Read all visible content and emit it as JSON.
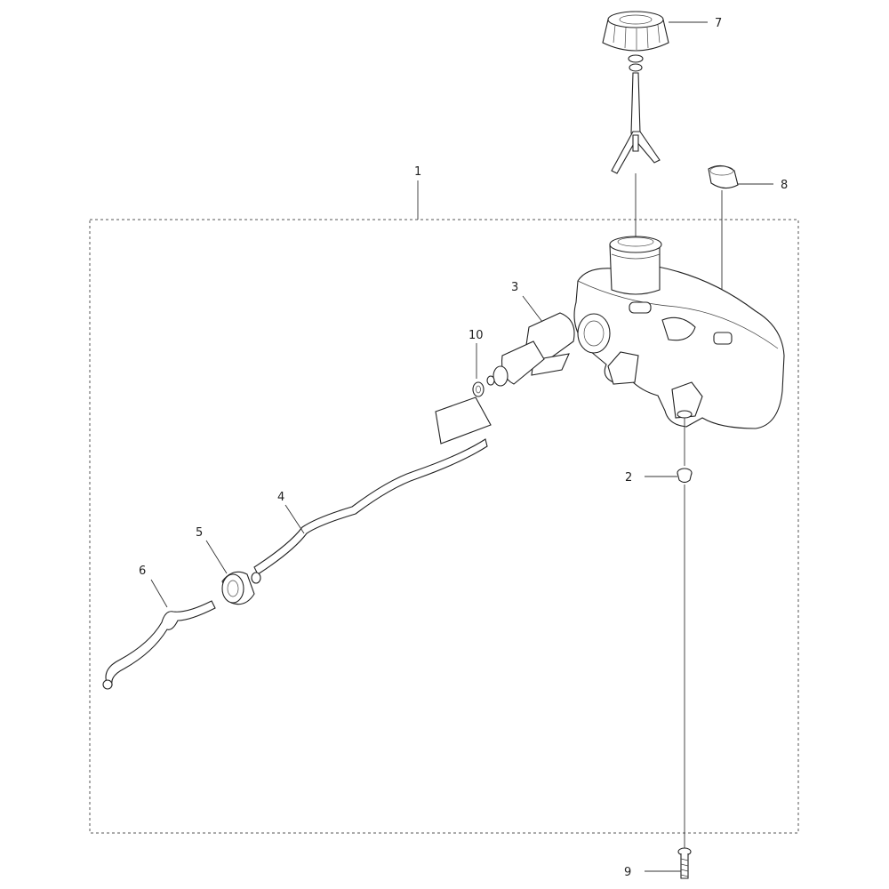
{
  "callouts": {
    "c1": "1",
    "c2": "2",
    "c3": "3",
    "c4": "4",
    "c5": "5",
    "c6": "6",
    "c7": "7",
    "c8": "8",
    "c9": "9",
    "c10": "10"
  },
  "colors": {
    "line": "#333333",
    "background": "#ffffff"
  }
}
